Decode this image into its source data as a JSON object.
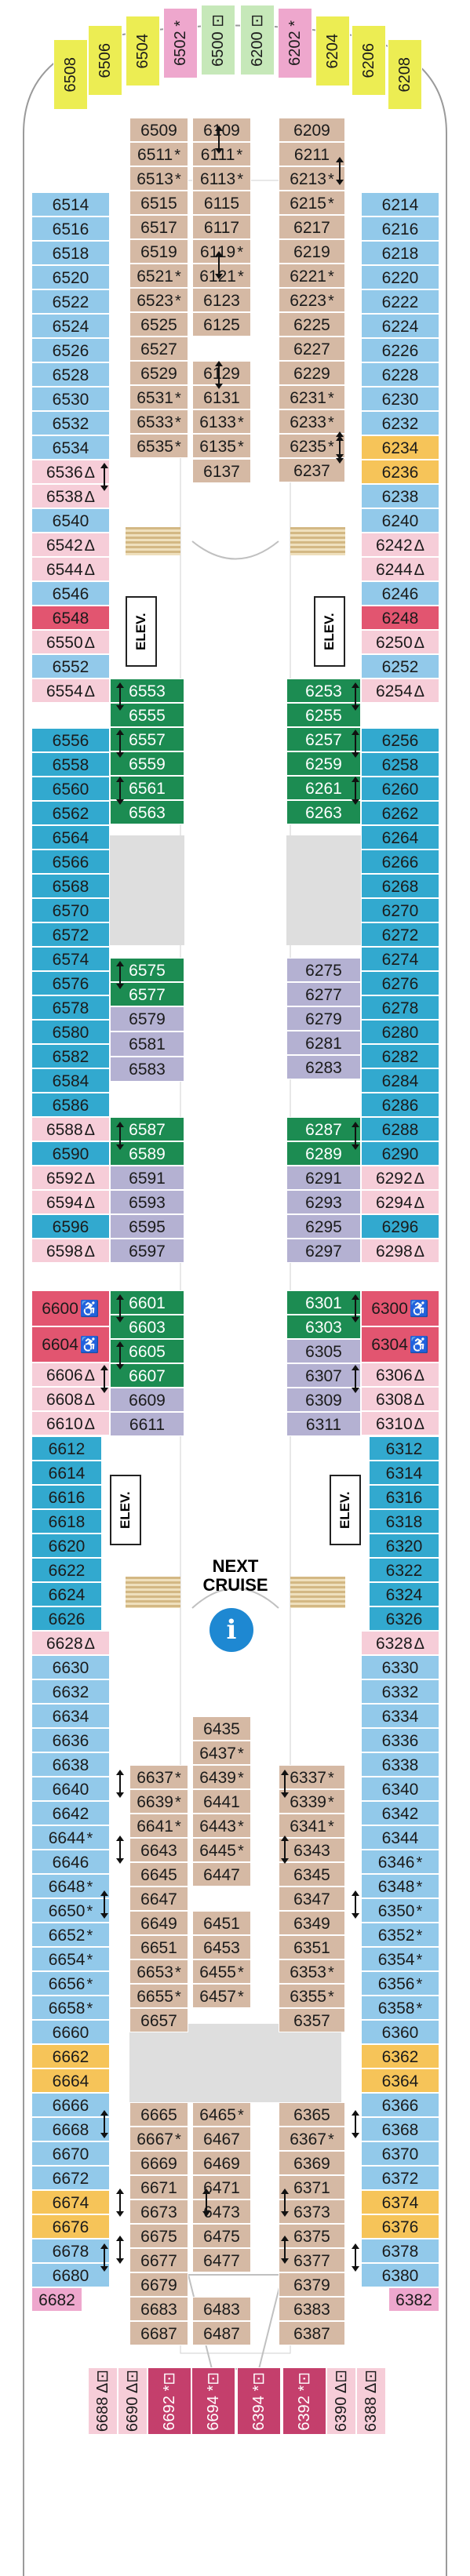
{
  "colors": {
    "brown": "#d5b9a4",
    "blue": "#92c9ea",
    "teal": "#32a9cf",
    "green": "#1c8c52",
    "lavender": "#b4b1d2",
    "pink": "#f6cdd8",
    "red": "#e25570",
    "orange": "#f6c459",
    "yellow": "#eced53",
    "mint": "#c6e8b9",
    "rose": "#eea7cd",
    "magenta": "#c43f6c",
    "gray": "#dedede"
  },
  "labels": {
    "elevator": "ELEV.",
    "next_cruise_1": "NEXT",
    "next_cruise_2": "CRUISE",
    "info": "i"
  },
  "cabins": [
    {
      "n": "6508",
      "c": "yellow"
    },
    {
      "n": "6506",
      "c": "yellow"
    },
    {
      "n": "6504",
      "c": "yellow"
    },
    {
      "n": "6502",
      "c": "rose",
      "s": "*"
    },
    {
      "n": "6500",
      "c": "mint",
      "s": "⊡"
    },
    {
      "n": "6200",
      "c": "mint",
      "s": "⊡"
    },
    {
      "n": "6202",
      "c": "rose",
      "s": "*"
    },
    {
      "n": "6204",
      "c": "yellow"
    },
    {
      "n": "6206",
      "c": "yellow"
    },
    {
      "n": "6208",
      "c": "yellow"
    },
    {
      "n": "6509",
      "c": "brown"
    },
    {
      "n": "6511",
      "c": "brown",
      "s": "*"
    },
    {
      "n": "6513",
      "c": "brown",
      "s": "*"
    },
    {
      "n": "6515",
      "c": "brown"
    },
    {
      "n": "6517",
      "c": "brown"
    },
    {
      "n": "6519",
      "c": "brown"
    },
    {
      "n": "6521",
      "c": "brown",
      "s": "*"
    },
    {
      "n": "6523",
      "c": "brown",
      "s": "*"
    },
    {
      "n": "6525",
      "c": "brown"
    },
    {
      "n": "6527",
      "c": "brown"
    },
    {
      "n": "6529",
      "c": "brown"
    },
    {
      "n": "6531",
      "c": "brown",
      "s": "*"
    },
    {
      "n": "6533",
      "c": "brown",
      "s": "*"
    },
    {
      "n": "6535",
      "c": "brown",
      "s": "*"
    },
    {
      "n": "6109",
      "c": "brown"
    },
    {
      "n": "6111",
      "c": "brown",
      "s": "*"
    },
    {
      "n": "6113",
      "c": "brown",
      "s": "*"
    },
    {
      "n": "6115",
      "c": "brown"
    },
    {
      "n": "6117",
      "c": "brown"
    },
    {
      "n": "6119",
      "c": "brown",
      "s": "*"
    },
    {
      "n": "6121",
      "c": "brown",
      "s": "*"
    },
    {
      "n": "6123",
      "c": "brown"
    },
    {
      "n": "6125",
      "c": "brown"
    },
    {
      "n": "6129",
      "c": "brown"
    },
    {
      "n": "6131",
      "c": "brown"
    },
    {
      "n": "6133",
      "c": "brown",
      "s": "*"
    },
    {
      "n": "6135",
      "c": "brown",
      "s": "*"
    },
    {
      "n": "6137",
      "c": "brown"
    },
    {
      "n": "6209",
      "c": "brown"
    },
    {
      "n": "6211",
      "c": "brown"
    },
    {
      "n": "6213",
      "c": "brown",
      "s": "*"
    },
    {
      "n": "6215",
      "c": "brown",
      "s": "*"
    },
    {
      "n": "6217",
      "c": "brown"
    },
    {
      "n": "6219",
      "c": "brown"
    },
    {
      "n": "6221",
      "c": "brown",
      "s": "*"
    },
    {
      "n": "6223",
      "c": "brown",
      "s": "*"
    },
    {
      "n": "6225",
      "c": "brown"
    },
    {
      "n": "6227",
      "c": "brown"
    },
    {
      "n": "6229",
      "c": "brown"
    },
    {
      "n": "6231",
      "c": "brown",
      "s": "*"
    },
    {
      "n": "6233",
      "c": "brown",
      "s": "*"
    },
    {
      "n": "6235",
      "c": "brown",
      "s": "*"
    },
    {
      "n": "6237",
      "c": "brown"
    },
    {
      "n": "6514",
      "c": "blue"
    },
    {
      "n": "6516",
      "c": "blue"
    },
    {
      "n": "6518",
      "c": "blue"
    },
    {
      "n": "6520",
      "c": "blue"
    },
    {
      "n": "6522",
      "c": "blue"
    },
    {
      "n": "6524",
      "c": "blue"
    },
    {
      "n": "6526",
      "c": "blue"
    },
    {
      "n": "6528",
      "c": "blue"
    },
    {
      "n": "6530",
      "c": "blue"
    },
    {
      "n": "6532",
      "c": "blue"
    },
    {
      "n": "6534",
      "c": "blue"
    },
    {
      "n": "6536",
      "c": "pink",
      "s": "Δ"
    },
    {
      "n": "6538",
      "c": "pink",
      "s": "Δ"
    },
    {
      "n": "6540",
      "c": "blue"
    },
    {
      "n": "6542",
      "c": "pink",
      "s": "Δ"
    },
    {
      "n": "6544",
      "c": "pink",
      "s": "Δ"
    },
    {
      "n": "6546",
      "c": "blue"
    },
    {
      "n": "6548",
      "c": "red"
    },
    {
      "n": "6550",
      "c": "pink",
      "s": "Δ"
    },
    {
      "n": "6552",
      "c": "blue"
    },
    {
      "n": "6554",
      "c": "pink",
      "s": "Δ"
    },
    {
      "n": "6214",
      "c": "blue"
    },
    {
      "n": "6216",
      "c": "blue"
    },
    {
      "n": "6218",
      "c": "blue"
    },
    {
      "n": "6220",
      "c": "blue"
    },
    {
      "n": "6222",
      "c": "blue"
    },
    {
      "n": "6224",
      "c": "blue"
    },
    {
      "n": "6226",
      "c": "blue"
    },
    {
      "n": "6228",
      "c": "blue"
    },
    {
      "n": "6230",
      "c": "blue"
    },
    {
      "n": "6232",
      "c": "blue"
    },
    {
      "n": "6234",
      "c": "orange"
    },
    {
      "n": "6236",
      "c": "orange"
    },
    {
      "n": "6238",
      "c": "blue"
    },
    {
      "n": "6240",
      "c": "blue"
    },
    {
      "n": "6242",
      "c": "pink",
      "s": "Δ"
    },
    {
      "n": "6244",
      "c": "pink",
      "s": "Δ"
    },
    {
      "n": "6246",
      "c": "blue"
    },
    {
      "n": "6248",
      "c": "red"
    },
    {
      "n": "6250",
      "c": "pink",
      "s": "Δ"
    },
    {
      "n": "6252",
      "c": "blue"
    },
    {
      "n": "6254",
      "c": "pink",
      "s": "Δ"
    },
    {
      "n": "6553",
      "c": "green"
    },
    {
      "n": "6555",
      "c": "green"
    },
    {
      "n": "6557",
      "c": "green"
    },
    {
      "n": "6559",
      "c": "green"
    },
    {
      "n": "6561",
      "c": "green"
    },
    {
      "n": "6563",
      "c": "green"
    },
    {
      "n": "6253",
      "c": "green"
    },
    {
      "n": "6255",
      "c": "green"
    },
    {
      "n": "6257",
      "c": "green"
    },
    {
      "n": "6259",
      "c": "green"
    },
    {
      "n": "6261",
      "c": "green"
    },
    {
      "n": "6263",
      "c": "green"
    },
    {
      "n": "6556",
      "c": "teal"
    },
    {
      "n": "6558",
      "c": "teal"
    },
    {
      "n": "6560",
      "c": "teal"
    },
    {
      "n": "6562",
      "c": "teal"
    },
    {
      "n": "6564",
      "c": "teal"
    },
    {
      "n": "6566",
      "c": "teal"
    },
    {
      "n": "6568",
      "c": "teal"
    },
    {
      "n": "6570",
      "c": "teal"
    },
    {
      "n": "6572",
      "c": "teal"
    },
    {
      "n": "6574",
      "c": "teal"
    },
    {
      "n": "6576",
      "c": "teal"
    },
    {
      "n": "6578",
      "c": "teal"
    },
    {
      "n": "6580",
      "c": "teal"
    },
    {
      "n": "6582",
      "c": "teal"
    },
    {
      "n": "6584",
      "c": "teal"
    },
    {
      "n": "6586",
      "c": "teal"
    },
    {
      "n": "6256",
      "c": "teal"
    },
    {
      "n": "6258",
      "c": "teal"
    },
    {
      "n": "6260",
      "c": "teal"
    },
    {
      "n": "6262",
      "c": "teal"
    },
    {
      "n": "6264",
      "c": "teal"
    },
    {
      "n": "6266",
      "c": "teal"
    },
    {
      "n": "6268",
      "c": "teal"
    },
    {
      "n": "6270",
      "c": "teal"
    },
    {
      "n": "6272",
      "c": "teal"
    },
    {
      "n": "6274",
      "c": "teal"
    },
    {
      "n": "6276",
      "c": "teal"
    },
    {
      "n": "6278",
      "c": "teal"
    },
    {
      "n": "6280",
      "c": "teal"
    },
    {
      "n": "6282",
      "c": "teal"
    },
    {
      "n": "6284",
      "c": "teal"
    },
    {
      "n": "6286",
      "c": "teal"
    },
    {
      "n": "6588",
      "c": "pink",
      "s": "Δ"
    },
    {
      "n": "6590",
      "c": "teal"
    },
    {
      "n": "6592",
      "c": "pink",
      "s": "Δ"
    },
    {
      "n": "6594",
      "c": "pink",
      "s": "Δ"
    },
    {
      "n": "6596",
      "c": "teal"
    },
    {
      "n": "6598",
      "c": "pink",
      "s": "Δ"
    },
    {
      "n": "6288",
      "c": "teal"
    },
    {
      "n": "6290",
      "c": "teal"
    },
    {
      "n": "6292",
      "c": "pink",
      "s": "Δ"
    },
    {
      "n": "6294",
      "c": "pink",
      "s": "Δ"
    },
    {
      "n": "6296",
      "c": "teal"
    },
    {
      "n": "6298",
      "c": "pink",
      "s": "Δ"
    },
    {
      "n": "6575",
      "c": "green"
    },
    {
      "n": "6577",
      "c": "green"
    },
    {
      "n": "6579",
      "c": "lavender"
    },
    {
      "n": "6581",
      "c": "lavender"
    },
    {
      "n": "6583",
      "c": "lavender"
    },
    {
      "n": "6587",
      "c": "green"
    },
    {
      "n": "6589",
      "c": "green"
    },
    {
      "n": "6591",
      "c": "lavender"
    },
    {
      "n": "6593",
      "c": "lavender"
    },
    {
      "n": "6595",
      "c": "lavender"
    },
    {
      "n": "6597",
      "c": "lavender"
    },
    {
      "n": "6275",
      "c": "lavender"
    },
    {
      "n": "6277",
      "c": "lavender"
    },
    {
      "n": "6279",
      "c": "lavender"
    },
    {
      "n": "6281",
      "c": "lavender"
    },
    {
      "n": "6283",
      "c": "lavender"
    },
    {
      "n": "6287",
      "c": "green"
    },
    {
      "n": "6289",
      "c": "green"
    },
    {
      "n": "6291",
      "c": "lavender"
    },
    {
      "n": "6293",
      "c": "lavender"
    },
    {
      "n": "6295",
      "c": "lavender"
    },
    {
      "n": "6297",
      "c": "lavender"
    },
    {
      "n": "6600",
      "c": "red",
      "s": "♿"
    },
    {
      "n": "6604",
      "c": "red",
      "s": "♿"
    },
    {
      "n": "6606",
      "c": "pink",
      "s": "Δ"
    },
    {
      "n": "6608",
      "c": "pink",
      "s": "Δ"
    },
    {
      "n": "6610",
      "c": "pink",
      "s": "Δ"
    },
    {
      "n": "6300",
      "c": "red",
      "s": "♿"
    },
    {
      "n": "6304",
      "c": "red",
      "s": "♿"
    },
    {
      "n": "6306",
      "c": "pink",
      "s": "Δ"
    },
    {
      "n": "6308",
      "c": "pink",
      "s": "Δ"
    },
    {
      "n": "6310",
      "c": "pink",
      "s": "Δ"
    },
    {
      "n": "6601",
      "c": "green"
    },
    {
      "n": "6603",
      "c": "green"
    },
    {
      "n": "6605",
      "c": "green"
    },
    {
      "n": "6607",
      "c": "green"
    },
    {
      "n": "6609",
      "c": "lavender"
    },
    {
      "n": "6611",
      "c": "lavender"
    },
    {
      "n": "6301",
      "c": "green"
    },
    {
      "n": "6303",
      "c": "green"
    },
    {
      "n": "6305",
      "c": "lavender"
    },
    {
      "n": "6307",
      "c": "lavender"
    },
    {
      "n": "6309",
      "c": "lavender"
    },
    {
      "n": "6311",
      "c": "lavender"
    },
    {
      "n": "6612",
      "c": "teal"
    },
    {
      "n": "6614",
      "c": "teal"
    },
    {
      "n": "6616",
      "c": "teal"
    },
    {
      "n": "6618",
      "c": "teal"
    },
    {
      "n": "6620",
      "c": "teal"
    },
    {
      "n": "6622",
      "c": "teal"
    },
    {
      "n": "6624",
      "c": "teal"
    },
    {
      "n": "6626",
      "c": "teal"
    },
    {
      "n": "6628",
      "c": "pink",
      "s": "Δ"
    },
    {
      "n": "6312",
      "c": "teal"
    },
    {
      "n": "6314",
      "c": "teal"
    },
    {
      "n": "6316",
      "c": "teal"
    },
    {
      "n": "6318",
      "c": "teal"
    },
    {
      "n": "6320",
      "c": "teal"
    },
    {
      "n": "6322",
      "c": "teal"
    },
    {
      "n": "6324",
      "c": "teal"
    },
    {
      "n": "6326",
      "c": "teal"
    },
    {
      "n": "6328",
      "c": "pink",
      "s": "Δ"
    },
    {
      "n": "6630",
      "c": "blue"
    },
    {
      "n": "6632",
      "c": "blue"
    },
    {
      "n": "6634",
      "c": "blue"
    },
    {
      "n": "6636",
      "c": "blue"
    },
    {
      "n": "6638",
      "c": "blue"
    },
    {
      "n": "6640",
      "c": "blue"
    },
    {
      "n": "6642",
      "c": "blue"
    },
    {
      "n": "6644",
      "c": "blue",
      "s": "*"
    },
    {
      "n": "6646",
      "c": "blue"
    },
    {
      "n": "6648",
      "c": "blue",
      "s": "*"
    },
    {
      "n": "6650",
      "c": "blue",
      "s": "*"
    },
    {
      "n": "6652",
      "c": "blue",
      "s": "*"
    },
    {
      "n": "6654",
      "c": "blue",
      "s": "*"
    },
    {
      "n": "6656",
      "c": "blue",
      "s": "*"
    },
    {
      "n": "6658",
      "c": "blue",
      "s": "*"
    },
    {
      "n": "6660",
      "c": "blue"
    },
    {
      "n": "6662",
      "c": "orange"
    },
    {
      "n": "6664",
      "c": "orange"
    },
    {
      "n": "6666",
      "c": "blue"
    },
    {
      "n": "6668",
      "c": "blue"
    },
    {
      "n": "6670",
      "c": "blue"
    },
    {
      "n": "6672",
      "c": "blue"
    },
    {
      "n": "6674",
      "c": "orange"
    },
    {
      "n": "6676",
      "c": "orange"
    },
    {
      "n": "6678",
      "c": "blue"
    },
    {
      "n": "6680",
      "c": "blue"
    },
    {
      "n": "6682",
      "c": "rose"
    },
    {
      "n": "6330",
      "c": "blue"
    },
    {
      "n": "6332",
      "c": "blue"
    },
    {
      "n": "6334",
      "c": "blue"
    },
    {
      "n": "6336",
      "c": "blue"
    },
    {
      "n": "6338",
      "c": "blue"
    },
    {
      "n": "6340",
      "c": "blue"
    },
    {
      "n": "6342",
      "c": "blue"
    },
    {
      "n": "6344",
      "c": "blue"
    },
    {
      "n": "6346",
      "c": "blue",
      "s": "*"
    },
    {
      "n": "6348",
      "c": "blue",
      "s": "*"
    },
    {
      "n": "6350",
      "c": "blue",
      "s": "*"
    },
    {
      "n": "6352",
      "c": "blue",
      "s": "*"
    },
    {
      "n": "6354",
      "c": "blue",
      "s": "*"
    },
    {
      "n": "6356",
      "c": "blue",
      "s": "*"
    },
    {
      "n": "6358",
      "c": "blue",
      "s": "*"
    },
    {
      "n": "6360",
      "c": "blue"
    },
    {
      "n": "6362",
      "c": "orange"
    },
    {
      "n": "6364",
      "c": "orange"
    },
    {
      "n": "6366",
      "c": "blue"
    },
    {
      "n": "6368",
      "c": "blue"
    },
    {
      "n": "6370",
      "c": "blue"
    },
    {
      "n": "6372",
      "c": "blue"
    },
    {
      "n": "6374",
      "c": "orange"
    },
    {
      "n": "6376",
      "c": "orange"
    },
    {
      "n": "6378",
      "c": "blue"
    },
    {
      "n": "6380",
      "c": "blue"
    },
    {
      "n": "6382",
      "c": "rose"
    },
    {
      "n": "6637",
      "c": "brown",
      "s": "*"
    },
    {
      "n": "6639",
      "c": "brown",
      "s": "*"
    },
    {
      "n": "6641",
      "c": "brown",
      "s": "*"
    },
    {
      "n": "6643",
      "c": "brown"
    },
    {
      "n": "6645",
      "c": "brown"
    },
    {
      "n": "6647",
      "c": "brown"
    },
    {
      "n": "6649",
      "c": "brown"
    },
    {
      "n": "6651",
      "c": "brown"
    },
    {
      "n": "6653",
      "c": "brown",
      "s": "*"
    },
    {
      "n": "6655",
      "c": "brown",
      "s": "*"
    },
    {
      "n": "6657",
      "c": "brown"
    },
    {
      "n": "6435",
      "c": "brown"
    },
    {
      "n": "6437",
      "c": "brown",
      "s": "*"
    },
    {
      "n": "6439",
      "c": "brown",
      "s": "*"
    },
    {
      "n": "6441",
      "c": "brown"
    },
    {
      "n": "6443",
      "c": "brown",
      "s": "*"
    },
    {
      "n": "6445",
      "c": "brown",
      "s": "*"
    },
    {
      "n": "6447",
      "c": "brown"
    },
    {
      "n": "6451",
      "c": "brown"
    },
    {
      "n": "6453",
      "c": "brown"
    },
    {
      "n": "6455",
      "c": "brown",
      "s": "*"
    },
    {
      "n": "6457",
      "c": "brown",
      "s": "*"
    },
    {
      "n": "6337",
      "c": "brown",
      "s": "*"
    },
    {
      "n": "6339",
      "c": "brown",
      "s": "*"
    },
    {
      "n": "6341",
      "c": "brown",
      "s": "*"
    },
    {
      "n": "6343",
      "c": "brown"
    },
    {
      "n": "6345",
      "c": "brown"
    },
    {
      "n": "6347",
      "c": "brown"
    },
    {
      "n": "6349",
      "c": "brown"
    },
    {
      "n": "6351",
      "c": "brown"
    },
    {
      "n": "6353",
      "c": "brown",
      "s": "*"
    },
    {
      "n": "6355",
      "c": "brown",
      "s": "*"
    },
    {
      "n": "6357",
      "c": "brown"
    },
    {
      "n": "6665",
      "c": "brown"
    },
    {
      "n": "6667",
      "c": "brown",
      "s": "*"
    },
    {
      "n": "6669",
      "c": "brown"
    },
    {
      "n": "6671",
      "c": "brown"
    },
    {
      "n": "6673",
      "c": "brown"
    },
    {
      "n": "6675",
      "c": "brown"
    },
    {
      "n": "6677",
      "c": "brown"
    },
    {
      "n": "6679",
      "c": "brown"
    },
    {
      "n": "6683",
      "c": "brown"
    },
    {
      "n": "6687",
      "c": "brown"
    },
    {
      "n": "6465",
      "c": "brown",
      "s": "*"
    },
    {
      "n": "6467",
      "c": "brown"
    },
    {
      "n": "6469",
      "c": "brown"
    },
    {
      "n": "6471",
      "c": "brown"
    },
    {
      "n": "6473",
      "c": "brown"
    },
    {
      "n": "6475",
      "c": "brown"
    },
    {
      "n": "6477",
      "c": "brown"
    },
    {
      "n": "6483",
      "c": "brown"
    },
    {
      "n": "6487",
      "c": "brown"
    },
    {
      "n": "6365",
      "c": "brown"
    },
    {
      "n": "6367",
      "c": "brown",
      "s": "*"
    },
    {
      "n": "6369",
      "c": "brown"
    },
    {
      "n": "6371",
      "c": "brown"
    },
    {
      "n": "6373",
      "c": "brown"
    },
    {
      "n": "6375",
      "c": "brown"
    },
    {
      "n": "6377",
      "c": "brown"
    },
    {
      "n": "6379",
      "c": "brown"
    },
    {
      "n": "6383",
      "c": "brown"
    },
    {
      "n": "6387",
      "c": "brown"
    },
    {
      "n": "6688",
      "c": "pink",
      "s": "Δ⊡"
    },
    {
      "n": "6690",
      "c": "pink",
      "s": "Δ⊡"
    },
    {
      "n": "6692",
      "c": "magenta",
      "s": "*⊡"
    },
    {
      "n": "6694",
      "c": "magenta",
      "s": "*⊡"
    },
    {
      "n": "6394",
      "c": "magenta",
      "s": "*⊡"
    },
    {
      "n": "6392",
      "c": "magenta",
      "s": "*⊡"
    },
    {
      "n": "6390",
      "c": "pink",
      "s": "Δ⊡"
    },
    {
      "n": "6388",
      "c": "pink",
      "s": "Δ⊡"
    }
  ]
}
